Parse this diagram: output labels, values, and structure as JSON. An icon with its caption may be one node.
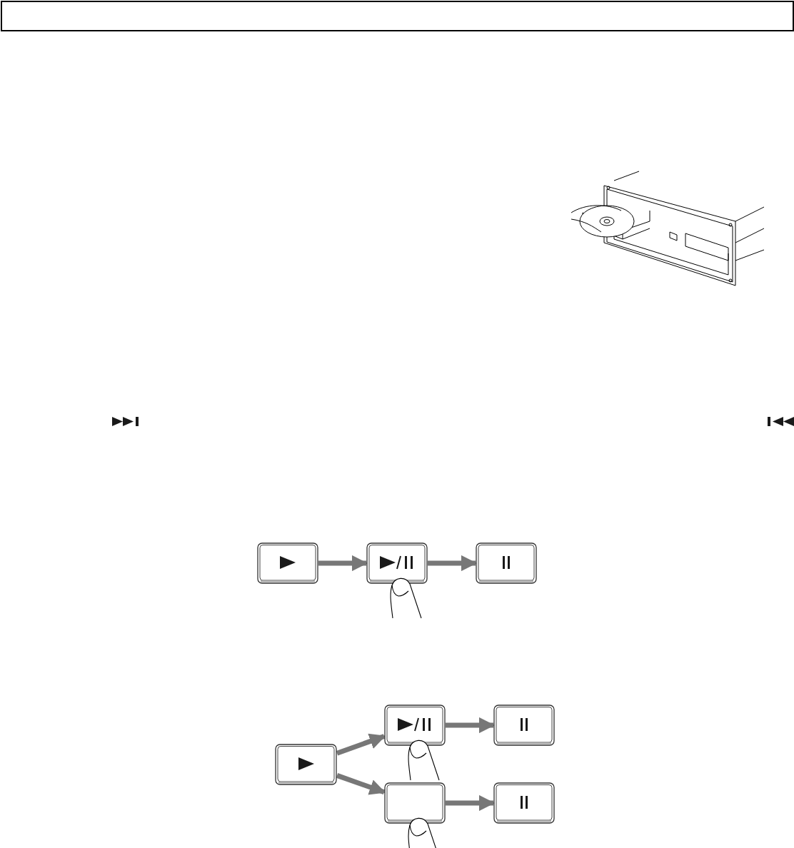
{
  "diagram": {
    "nodes": [
      {
        "text": [],
        "shape": "box"
      },
      {
        "text": [],
        "shape": "box"
      },
      {
        "text": [],
        "shape": "box"
      },
      {
        "text": [],
        "shape": "box"
      },
      {
        "text": [],
        "shape": "box"
      },
      {
        "text": [],
        "shape": "box"
      },
      {
        "text": [],
        "shape": "box"
      },
      {
        "text": [],
        "shape": "box"
      }
    ],
    "edges": [
      {
        "from": 0,
        "to": 1,
        "arrow": "to"
      },
      {
        "from": 1,
        "to": 2,
        "arrow": "to"
      },
      {
        "from": 3,
        "to": 4,
        "arrow": "to"
      },
      {
        "from": 3,
        "to": 6,
        "arrow": "to"
      },
      {
        "from": 4,
        "to": 5,
        "arrow": "to"
      },
      {
        "from": 6,
        "to": 7,
        "arrow": "to"
      }
    ]
  }
}
